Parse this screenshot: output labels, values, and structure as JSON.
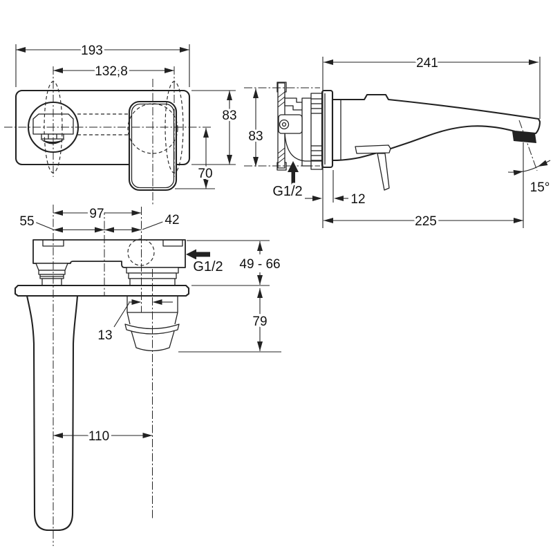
{
  "colors": {
    "line": "#222222",
    "background": "#ffffff"
  },
  "front_view": {
    "width": "193",
    "hole_spacing": "132,8",
    "plate_height": "83",
    "center_to_handle_bottom": "70"
  },
  "side_view": {
    "total_depth": "241",
    "plate_height": "83",
    "inlet_thread": "G1/2",
    "plate_thickness": "12",
    "spout_projection": "225",
    "spout_angle": "15°"
  },
  "top_view": {
    "spout_to_inlet": "97",
    "segment_left": "55",
    "segment_right": "42",
    "inlet_thread": "G1/2",
    "concealed_depth_range": "49 - 66",
    "spout_drop": "79",
    "inlet_offset": "13",
    "spout_reach": "110"
  }
}
